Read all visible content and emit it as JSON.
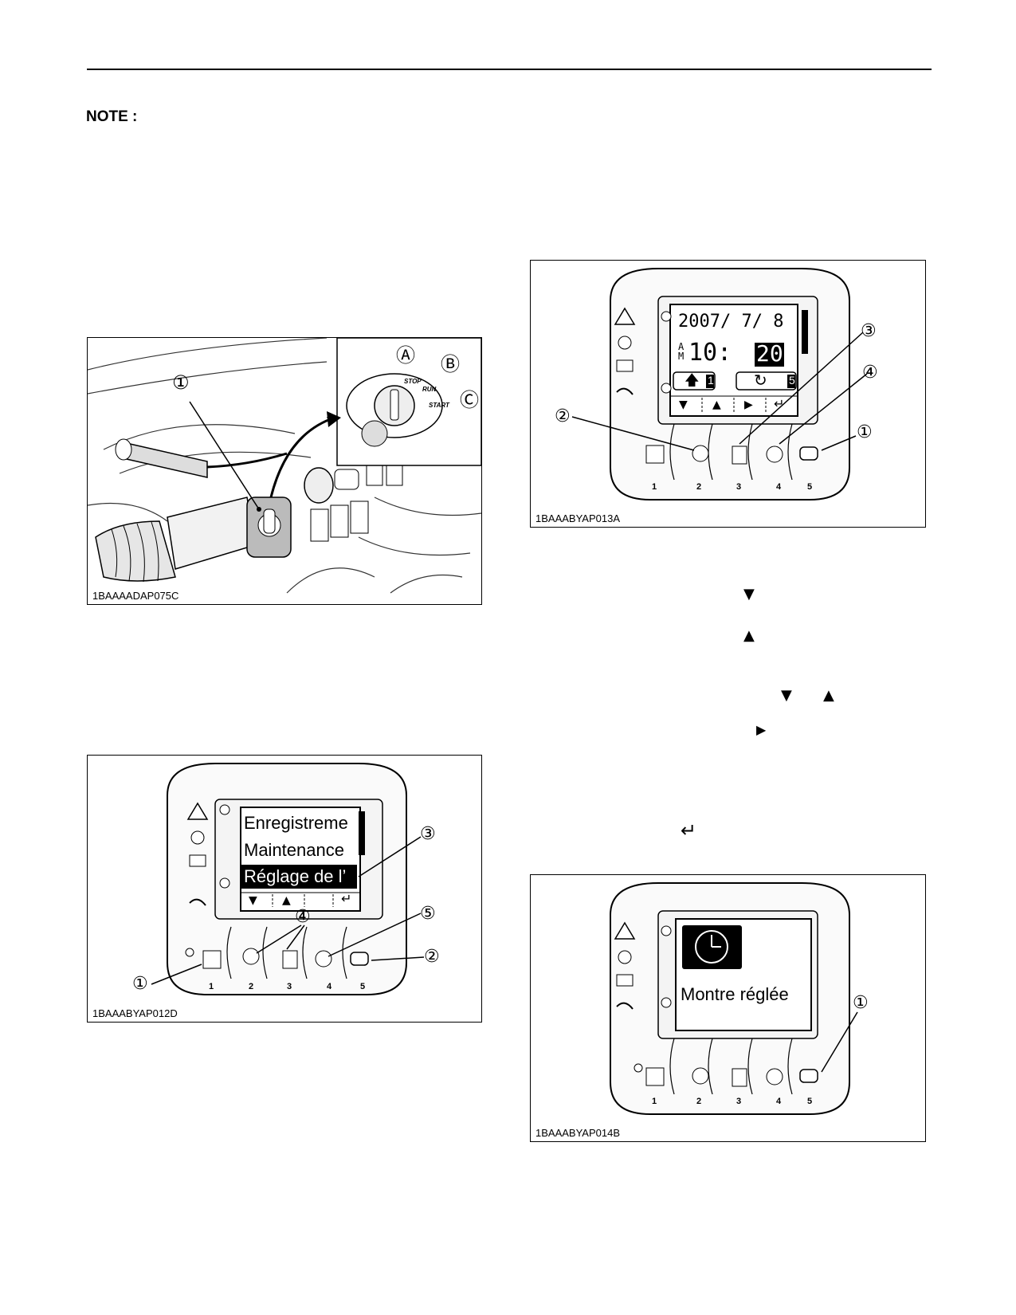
{
  "page": {
    "note_label": "NOTE :"
  },
  "figures": {
    "key_switch": {
      "code": "1BAAAADAP075C",
      "callouts": [
        "①",
        "Ⓐ",
        "Ⓑ",
        "Ⓒ"
      ],
      "switch_labels": [
        "STOP",
        "RUN",
        "START"
      ]
    },
    "menu_panel": {
      "code": "1BAAABYAP012D",
      "menu_items": [
        "Enregistreme",
        "Maintenance",
        "Réglage de l’"
      ],
      "callouts": [
        "①",
        "②",
        "③",
        "④",
        "⑤"
      ],
      "button_numbers": [
        "1",
        "2",
        "3",
        "4",
        "5"
      ]
    },
    "clock_panel": {
      "code": "1BAAABYAP013A",
      "date": "2007/ 7/ 8",
      "am_pm": "A\nM",
      "time_hour": "10:",
      "time_min": "20",
      "box_left": "1",
      "box_right": "5",
      "callouts": [
        "①",
        "②",
        "③",
        "④"
      ],
      "button_numbers": [
        "1",
        "2",
        "3",
        "4",
        "5"
      ]
    },
    "clock_set_panel": {
      "code": "1BAAABYAP014B",
      "message": "Montre réglée",
      "callouts": [
        "①"
      ],
      "button_numbers": [
        "1",
        "2",
        "3",
        "4",
        "5"
      ]
    }
  },
  "symbols": {
    "down": "▼",
    "up": "▲",
    "down2": "▼",
    "up2": "▲",
    "right": "▶",
    "enter": "↵"
  }
}
